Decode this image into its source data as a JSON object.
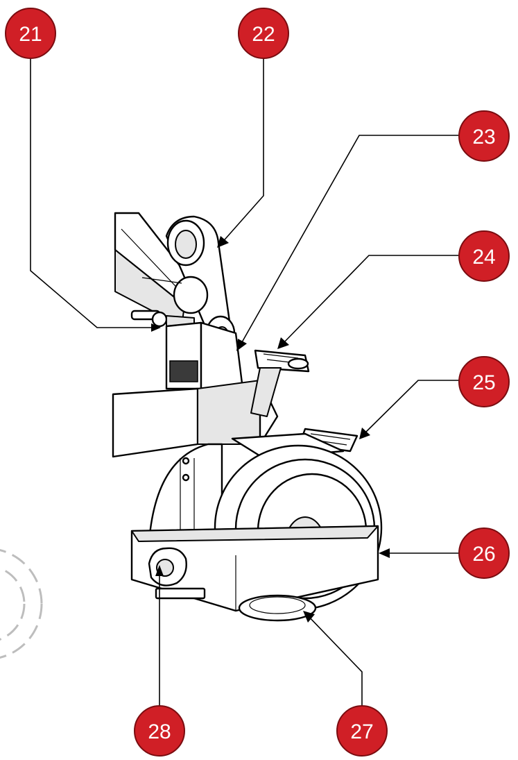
{
  "callouts": [
    {
      "id": "c21",
      "label": "21"
    },
    {
      "id": "c22",
      "label": "22"
    },
    {
      "id": "c23",
      "label": "23"
    },
    {
      "id": "c24",
      "label": "24"
    },
    {
      "id": "c25",
      "label": "25"
    },
    {
      "id": "c26",
      "label": "26"
    },
    {
      "id": "c27",
      "label": "27"
    },
    {
      "id": "c28",
      "label": "28"
    }
  ],
  "colors": {
    "callout_fill": "#d01f26",
    "callout_text": "#ffffff",
    "line": "#000000",
    "background": "#ffffff"
  }
}
